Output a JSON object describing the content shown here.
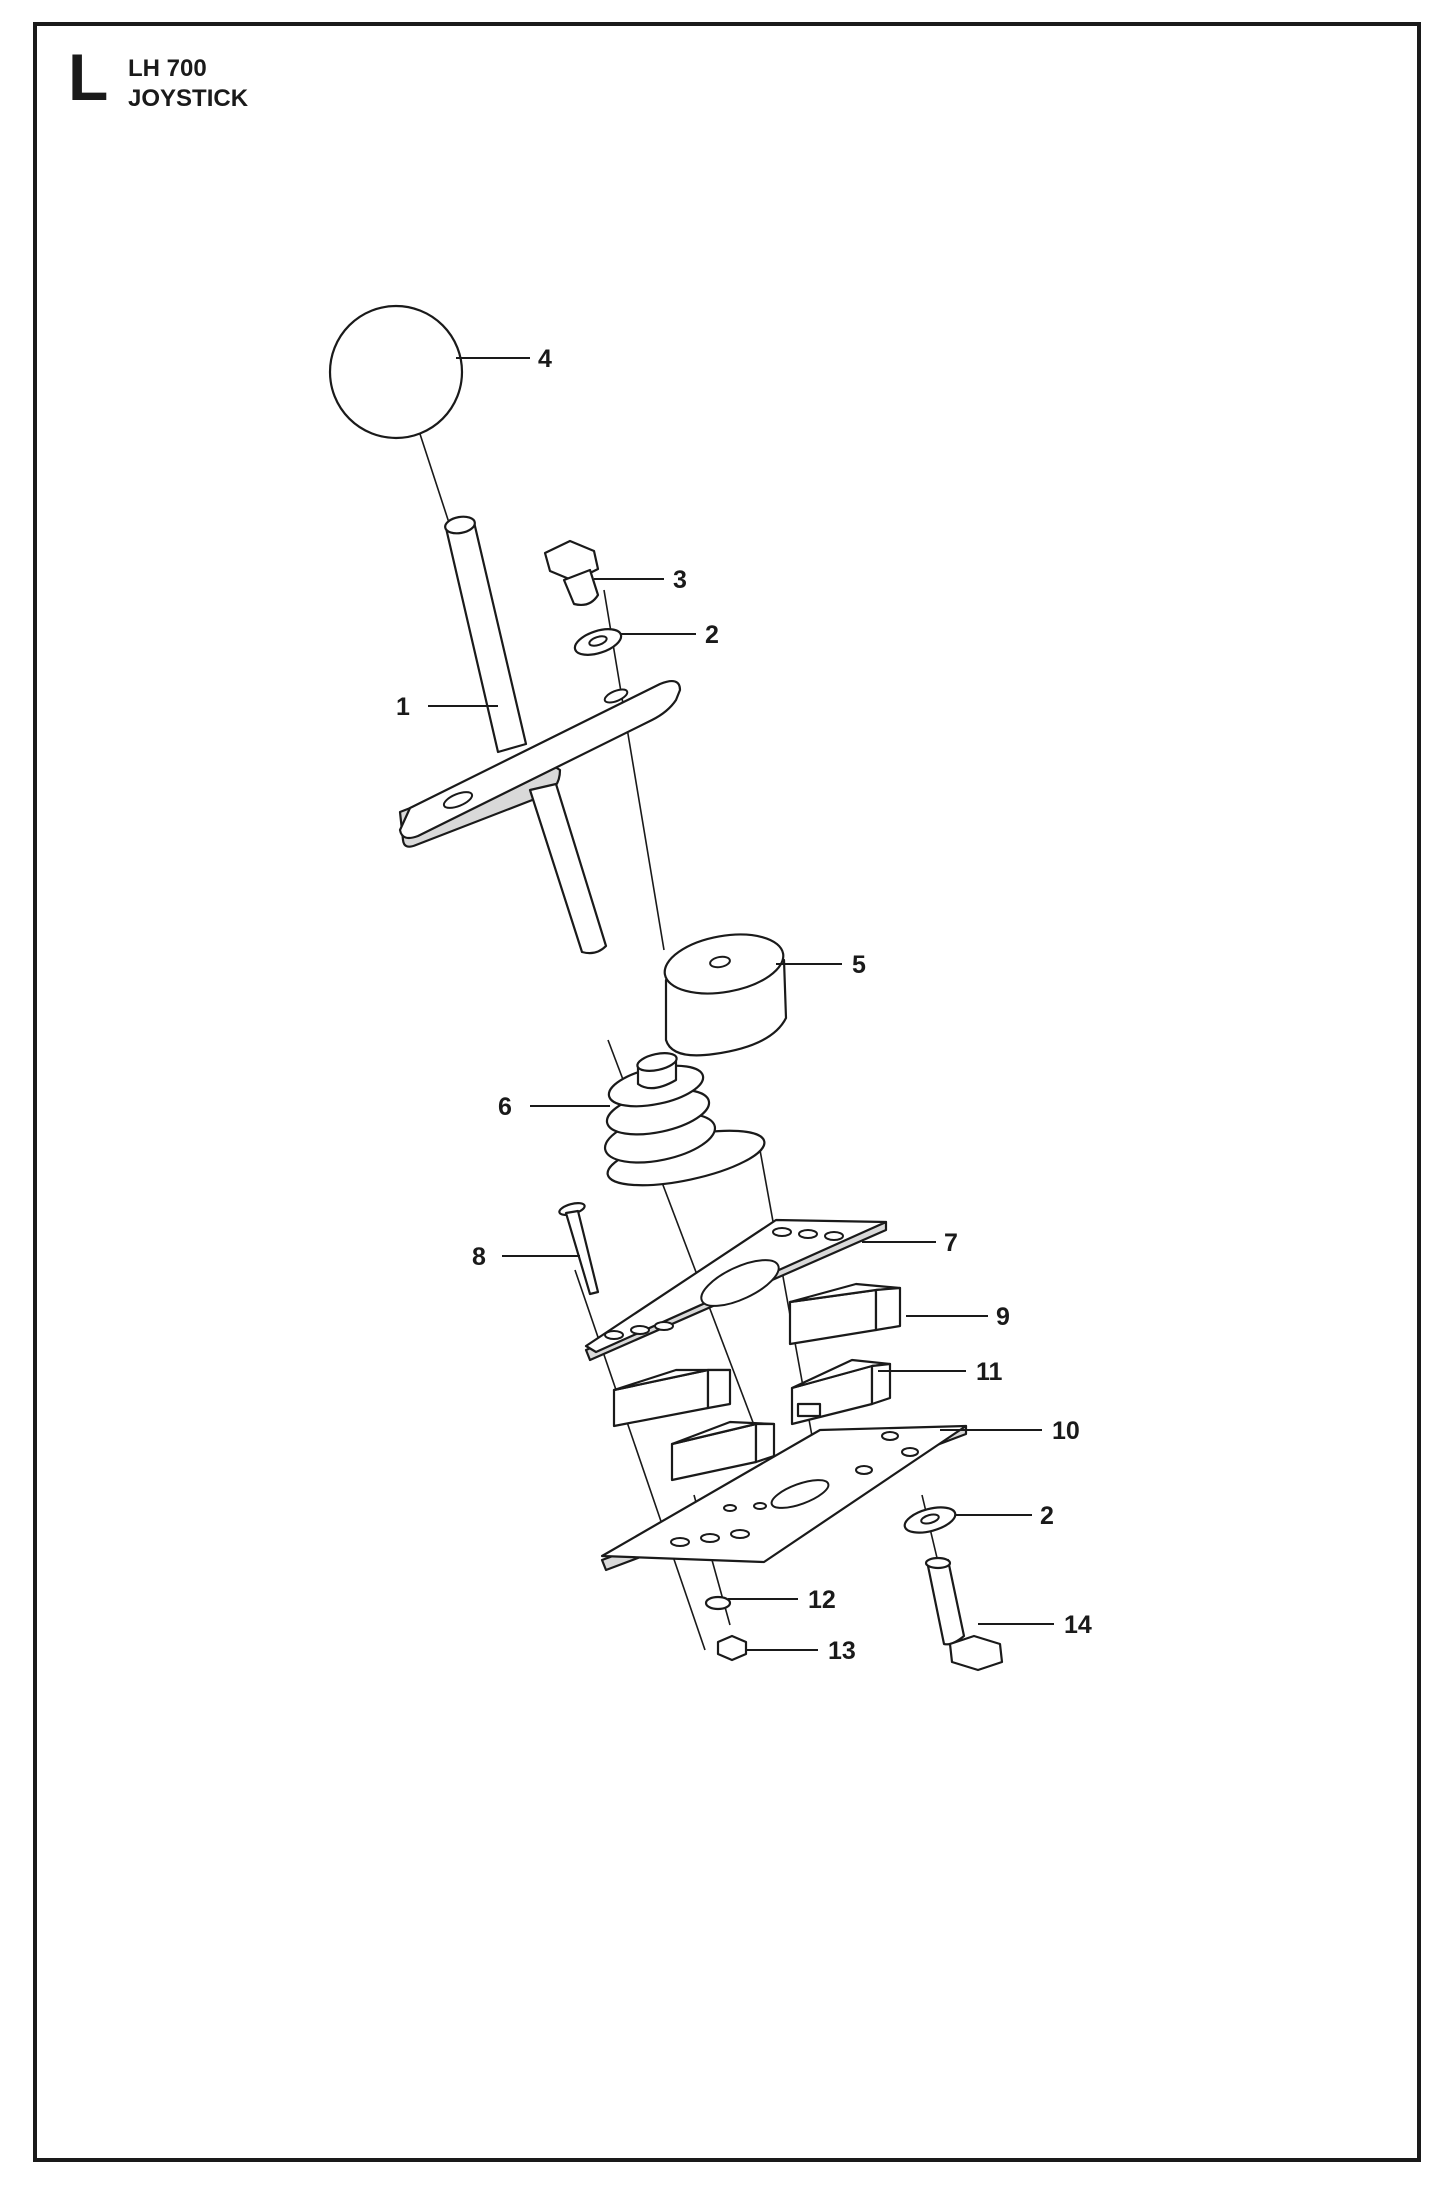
{
  "header": {
    "section": "L",
    "model": "LH 700",
    "title": "JOYSTICK"
  },
  "callouts": {
    "p1": "1",
    "p2a": "2",
    "p2b": "2",
    "p3": "3",
    "p4": "4",
    "p5": "5",
    "p6": "6",
    "p7": "7",
    "p8": "8",
    "p9": "9",
    "p10": "10",
    "p11": "11",
    "p12": "12",
    "p13": "13",
    "p14": "14"
  }
}
